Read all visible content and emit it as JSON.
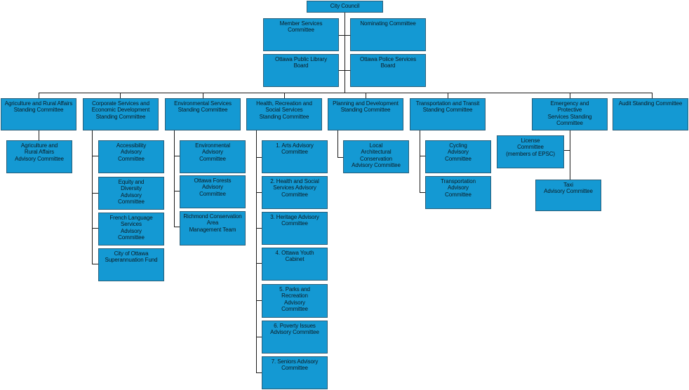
{
  "nodes": {
    "city_council": "City Council",
    "member_services": "Member Services\nCommittee",
    "nominating": "Nominating Committee",
    "ottawa_library": "Ottawa Public Library\nBoard",
    "ottawa_police": "Ottawa Police Services\nBoard",
    "agriculture": "Agriculture and Rural Affairs\nStanding Committee",
    "corporate": "Corporate Services and\nEconomic Development\nStanding Committee",
    "environmental": "Environmental Services\nStanding Committee",
    "health": "Health, Recreation and\nSocial Services\nStanding Committee",
    "planning": "Planning and Development\nStanding Committee",
    "transportation": "Transportation and Transit\nStanding Committee",
    "emergency": "Emergency and\nProtective\nServices Standing\nCommittee",
    "audit": "Audit Standing Committee",
    "agri_advisory": "Agriculture and\nRural Affairs\nAdvisory Committee",
    "accessibility": "Accessibility\nAdvisory\nCommittee",
    "equity": "Equity and\nDiversity\nAdvisory\nCommittee",
    "french": "French Language\nServices\nAdvisory\nCommittee",
    "superannuation": "City of Ottawa\nSuperannuation Fund",
    "env_advisory": "Environmental\nAdvisory\nCommittee",
    "forests": "Ottawa Forests\nAdvisory\nCommittee",
    "richmond": "Richmond Conservation\nArea\nManagement Team",
    "arts": "1. Arts Advisory\nCommittee",
    "health_social": "2. Health and Social\nServices Advisory\nCommittee",
    "heritage": "3. Heritage Advisory\nCommittee",
    "youth": "4. Ottawa Youth\nCabinet",
    "parks": "5. Parks and\nRecreation\nAdvisory\nCommittee",
    "poverty": "6. Poverty Issues\nAdvisory Committee",
    "seniors": "7. Seniors Advisory\nCommittee",
    "local_arch": "Local\nArchitectural\nConservation\nAdvisory Committee",
    "cycling": "Cycling\nAdvisory\nCommittee",
    "transport_adv": "Transportation\nAdvisory\nCommittee",
    "license": "License\nCommittee\n(members of EPSC)",
    "taxi": "Taxi\nAdvisory Committee"
  }
}
